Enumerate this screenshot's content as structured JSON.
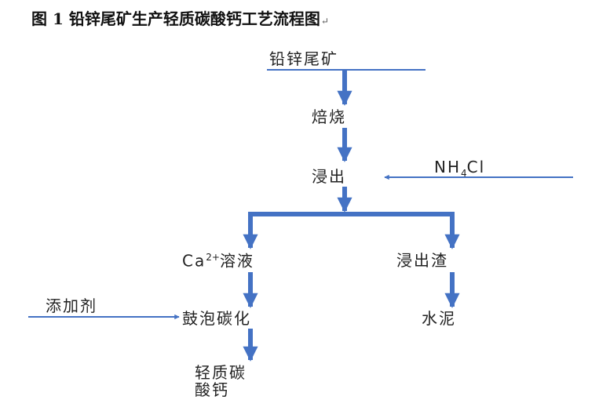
{
  "caption": {
    "text": "图 1 铅锌尾矿生产轻质碳酸钙工艺流程图",
    "mark": "↵"
  },
  "nodes": {
    "tailings": "铅锌尾矿",
    "roasting": "焙烧",
    "leaching": "浸出",
    "reagent": {
      "prefix": "NH",
      "sub": "4",
      "suffix": "Cl"
    },
    "solution": {
      "prefix": "Ca",
      "sup": "2+",
      "suffix": "溶液"
    },
    "residue": "浸出渣",
    "additive": "添加剂",
    "carbonation": "鼓泡碳化",
    "product_line1": "轻质碳",
    "product_line2": "酸钙",
    "cement": "水泥"
  },
  "colors": {
    "arrow": "#4472C4",
    "line": "#4472C4",
    "text": "#222222"
  }
}
